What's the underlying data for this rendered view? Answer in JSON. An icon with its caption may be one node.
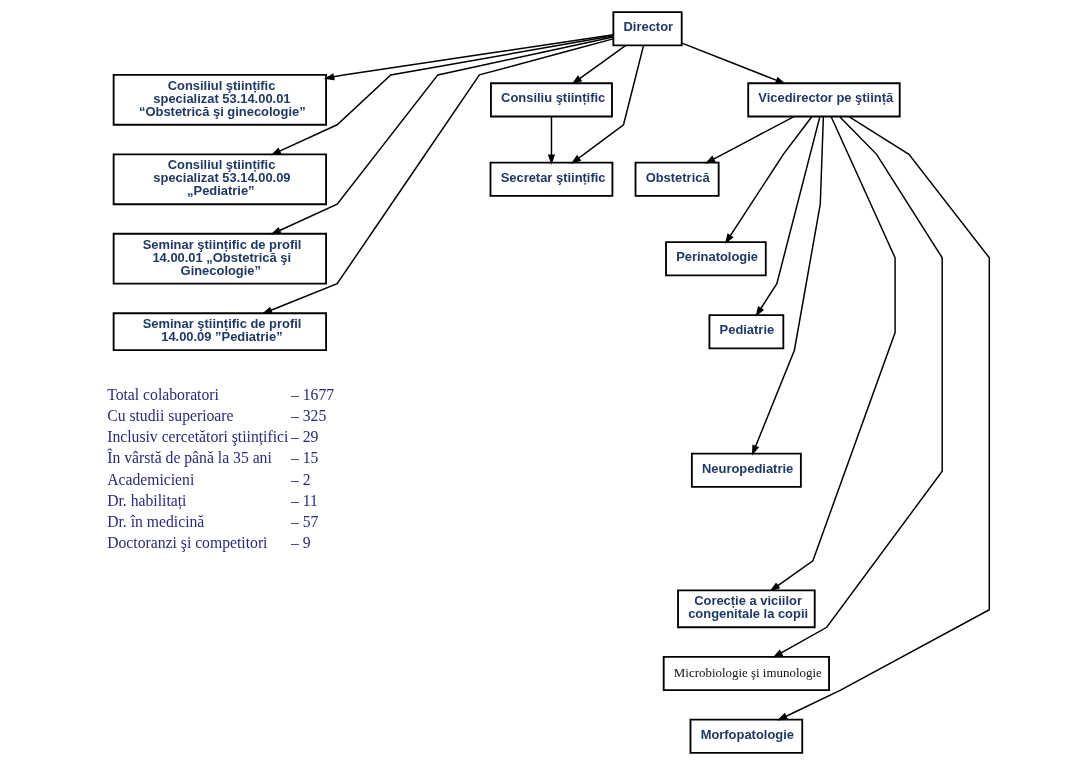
{
  "diagram": {
    "nodes": [
      {
        "text": [
          "Director"
        ]
      },
      {
        "text": [
          "Consiliul ştiințific specializat 53.14.00.01 “Obstetrică şi ginecologie”"
        ]
      },
      {
        "text": [
          "Consiliul ştiințific specializat 53.14.00.09 „Pediatrie”"
        ]
      },
      {
        "text": [
          "Seminar ştiințific de profil 14.00.01 „Obstetrică şi Ginecologie”"
        ]
      },
      {
        "text": [
          "Seminar ştiințific de profil 14.00.09 ”Pediatrie”"
        ]
      },
      {
        "text": [
          "Consiliu ştiințific"
        ]
      },
      {
        "text": [
          "Vicedirector pe ştiință"
        ]
      },
      {
        "text": [
          "Secretar ştiințific"
        ]
      },
      {
        "text": [
          "Obstetrică"
        ]
      },
      {
        "text": [
          "Perinatologie"
        ]
      },
      {
        "text": [
          "Pediatrie"
        ]
      },
      {
        "text": [
          "Neuropediatrie"
        ]
      },
      {
        "text": [
          "Corecție a viciilor congenitale la copii"
        ]
      },
      {
        "text": [
          "Microbiologie şi imunologie"
        ]
      },
      {
        "text": [
          "Morfopatologie"
        ]
      }
    ],
    "edges": [
      {
        "from": 0,
        "to": 1,
        "arrow": "to"
      },
      {
        "from": 0,
        "to": 2,
        "arrow": "to"
      },
      {
        "from": 0,
        "to": 3,
        "arrow": "to"
      },
      {
        "from": 0,
        "to": 4,
        "arrow": "to"
      },
      {
        "from": 0,
        "to": 7,
        "arrow": "to"
      },
      {
        "from": 0,
        "to": 5,
        "arrow": "to"
      },
      {
        "from": 0,
        "to": 6,
        "arrow": "to"
      },
      {
        "from": 5,
        "to": 7,
        "arrow": "to"
      },
      {
        "from": 6,
        "to": 8,
        "arrow": "to"
      },
      {
        "from": 6,
        "to": 9,
        "arrow": "to"
      },
      {
        "from": 6,
        "to": 10,
        "arrow": "to"
      },
      {
        "from": 6,
        "to": 11,
        "arrow": "to"
      },
      {
        "from": 6,
        "to": 12,
        "arrow": "to"
      },
      {
        "from": 6,
        "to": 13,
        "arrow": "to"
      },
      {
        "from": 6,
        "to": 14,
        "arrow": "to"
      }
    ],
    "labels": [
      "Total colaboratori",
      "– 1677",
      "Cu studii superioare",
      "– 325",
      "Inclusiv cercetători ştiințifici",
      "– 29",
      "În vârstă de până la 35 ani",
      "– 15",
      "Academicieni",
      "– 2",
      "Dr. habilitați",
      "– 11",
      "Dr. în medicină",
      "– 57",
      "Doctoranzi şi competitori",
      "– 9"
    ]
  }
}
